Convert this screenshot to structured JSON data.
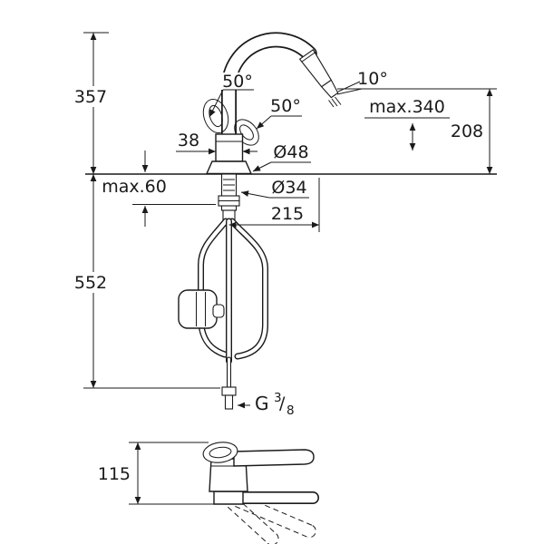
{
  "colors": {
    "line": "#1a1a1a",
    "bg": "#ffffff"
  },
  "labels": {
    "dim_357": "357",
    "dim_552": "552",
    "dim_38": "38",
    "max_60": "max.60",
    "angle_50_a": "50°",
    "angle_50_b": "50°",
    "angle_10": "10°",
    "max_340": "max.340",
    "dim_208": "208",
    "dia_48": "Ø48",
    "dia_34": "Ø34",
    "dim_215": "215",
    "dim_115": "115",
    "thread_g": "G",
    "thread_num": "3",
    "thread_slash": "/",
    "thread_den": "8"
  }
}
